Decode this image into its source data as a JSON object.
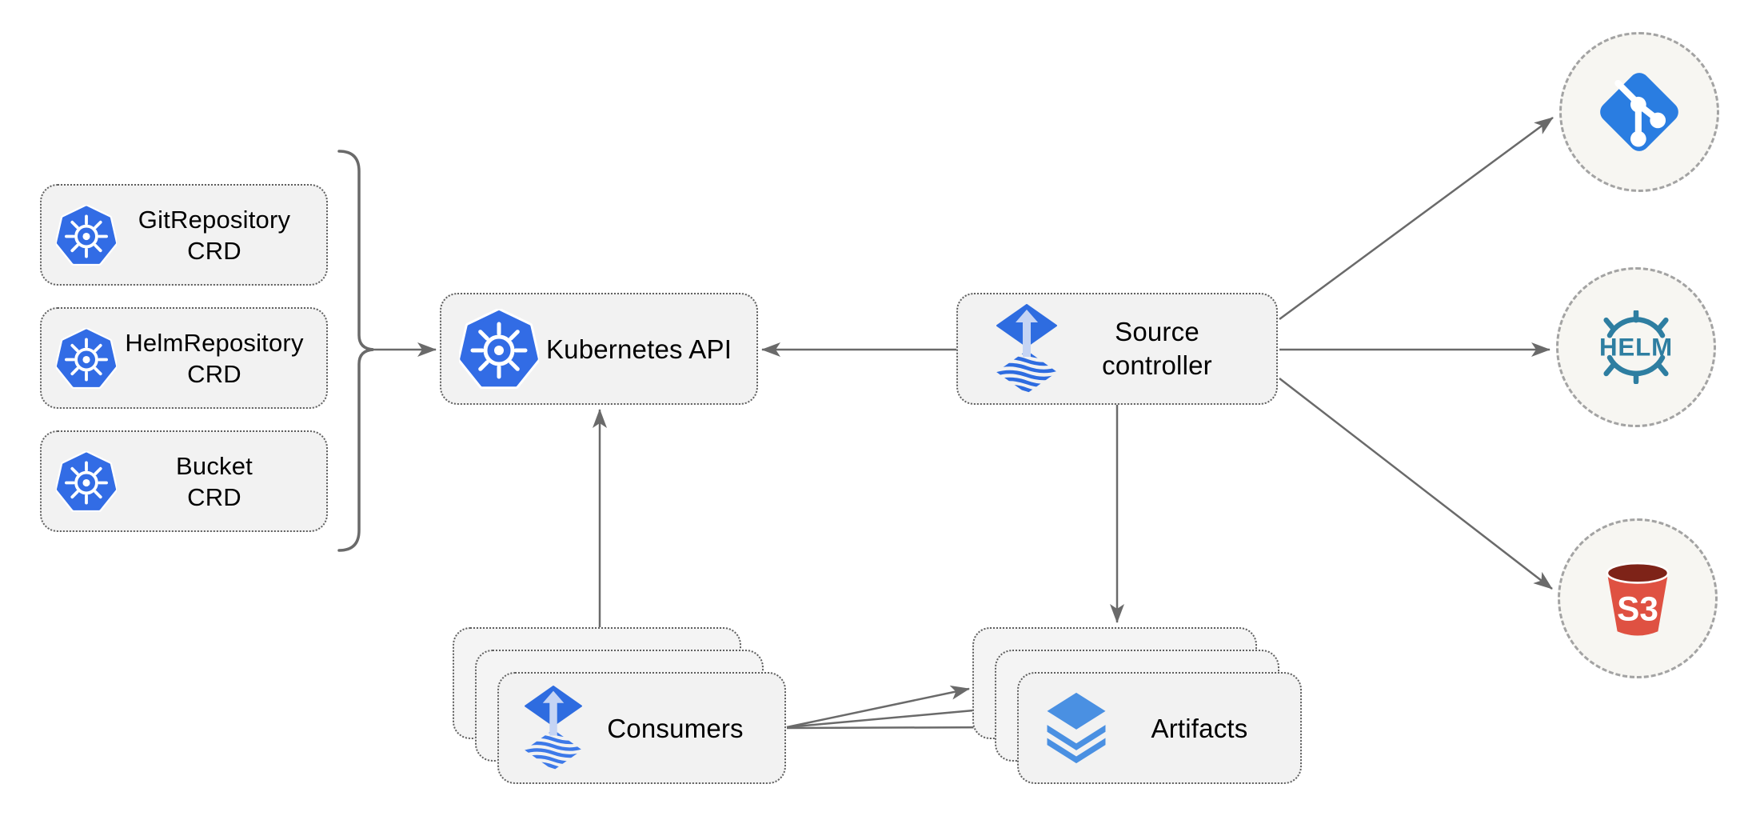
{
  "nodes": {
    "git_repository_crd": {
      "label": "GitRepository\nCRD",
      "icon": "kubernetes"
    },
    "helm_repository_crd": {
      "label": "HelmRepository\nCRD",
      "icon": "kubernetes"
    },
    "bucket_crd": {
      "label": "Bucket\nCRD",
      "icon": "kubernetes"
    },
    "kubernetes_api": {
      "label": "Kubernetes API",
      "icon": "kubernetes"
    },
    "source_controller": {
      "label": "Source\ncontroller",
      "icon": "flux"
    },
    "consumers": {
      "label": "Consumers",
      "icon": "flux",
      "stacked": 3
    },
    "artifacts": {
      "label": "Artifacts",
      "icon": "layers",
      "stacked": 3
    },
    "git": {
      "icon": "git"
    },
    "helm": {
      "icon": "helm",
      "icon_text": "HELM"
    },
    "s3": {
      "icon": "s3-bucket",
      "icon_text": "S3"
    }
  },
  "edges": [
    {
      "from": "crd_group_brace",
      "to": "kubernetes_api"
    },
    {
      "from": "source_controller",
      "to": "kubernetes_api"
    },
    {
      "from": "consumers",
      "to": "kubernetes_api"
    },
    {
      "from": "source_controller",
      "to": "artifacts"
    },
    {
      "from": "source_controller",
      "to": "git"
    },
    {
      "from": "source_controller",
      "to": "helm"
    },
    {
      "from": "source_controller",
      "to": "s3"
    },
    {
      "from": "consumers",
      "to": "artifacts"
    },
    {
      "from": "consumers",
      "to": "artifacts"
    },
    {
      "from": "consumers",
      "to": "artifacts"
    }
  ],
  "colors": {
    "kubernetes_blue": "#326ce5",
    "flux_blue": "#2e6ce0",
    "flux_arrow_light": "#c5d4f4",
    "git_blue": "#2a7de1",
    "helm_teal": "#2e7ea1",
    "s3_red": "#df5142",
    "s3_dark_red": "#7e2318",
    "layers_blue": "#4a90e2",
    "node_fill": "#f2f2f2",
    "node_border": "#5f5f5f",
    "circle_fill": "#f7f6f2",
    "circle_border": "#a3a3a3",
    "connector_gray": "#6a6a6a",
    "text_black": "#000000",
    "background": "#ffffff"
  }
}
